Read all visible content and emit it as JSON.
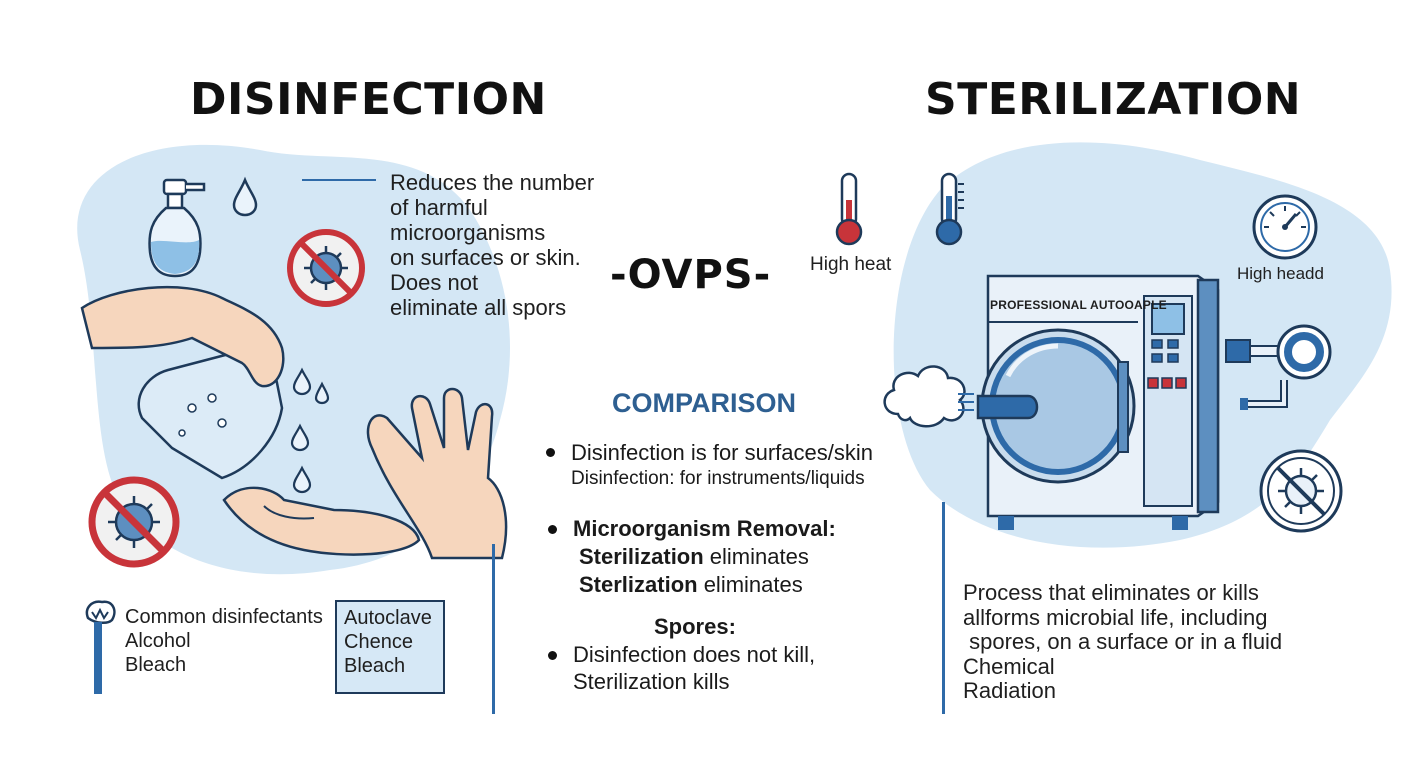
{
  "disinfection": {
    "title": "DISINFECTION",
    "description": [
      "Reduces the number",
      "of harmful",
      "microorganisms",
      "on surfaces or skin.",
      "Does not",
      "eliminate all spors"
    ],
    "common_label": "Common disinfectants",
    "common_items": [
      "Alcohol",
      "Bleach"
    ],
    "box_items": [
      "Autoclave",
      "Chence",
      "Bleach"
    ]
  },
  "center": {
    "vs_text": "-OVPS-",
    "comparison_title": "COMPARISON",
    "bullet1": {
      "bold": "Disinfection",
      "rest": " is for surfaces/skin",
      "line2": "Disinfection: for instruments/liquids"
    },
    "bullet2": {
      "bold": "Microorganism Removal:",
      "line2_bold": "Sterilization",
      "line2_rest": " eliminates",
      "line3_bold": "Sterlization",
      "line3_rest": " eliminates"
    },
    "spores_label": "Spores:",
    "bullet3": {
      "line1": "Disinfection does not kill,",
      "line2": "Sterilization kills"
    }
  },
  "sterilization": {
    "title": "STERILIZATION",
    "high_heat_1": "High heat",
    "high_heat_2": "High headd",
    "autoclave_label": "PROFESSIONAL AUTOOAPLE",
    "description": [
      "Process that eliminates or kills",
      "allforms microbial life, including",
      " spores, on a surface or in a fluid",
      "Chemical",
      "Radiation"
    ]
  },
  "colors": {
    "accent_blue": "#2e6aa8",
    "blob_blue": "#cfe4f4",
    "comparison_blue": "#2e5f91",
    "no_sign_red": "#c8343a"
  }
}
